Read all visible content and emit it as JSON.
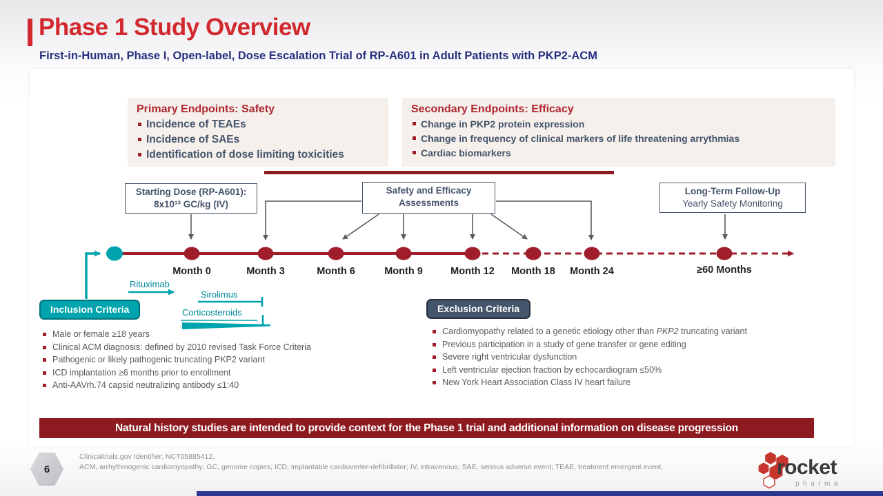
{
  "slide": {
    "title": "Phase 1 Study Overview",
    "subtitle": "First-in-Human, Phase I, Open-label, Dose Escalation Trial of RP-A601 in Adult Patients with PKP2-ACM",
    "page_number": "6"
  },
  "endpoints": {
    "primary": {
      "title": "Primary Endpoints: Safety",
      "items": [
        "Incidence of TEAEs",
        "Incidence of SAEs",
        "Identification of dose limiting toxicities"
      ]
    },
    "secondary": {
      "title": "Secondary Endpoints: Efficacy",
      "items": [
        "Change in PKP2 protein expression",
        "Change in frequency of clinical markers of life threatening arrythmias",
        "Cardiac biomarkers"
      ]
    }
  },
  "timeline": {
    "starting_dose_box": {
      "line1": "Starting Dose (RP-A601):",
      "line2": "8x10¹³ GC/kg (IV)"
    },
    "assessments_box": {
      "line1": "Safety and Efficacy",
      "line2": "Assessments"
    },
    "followup_box": {
      "line1": "Long-Term Follow-Up",
      "line2": "Yearly Safety Monitoring"
    },
    "months": [
      "Month 0",
      "Month 3",
      "Month 6",
      "Month 9",
      "Month 12",
      "Month 18",
      "Month 24",
      "≥60 Months"
    ],
    "medications": {
      "rituximab": "Rituximab",
      "sirolimus": "Sirolimus",
      "corticosteroids": "Corticosteroids"
    }
  },
  "criteria": {
    "inclusion": {
      "label": "Inclusion Criteria",
      "items": [
        "Male or female ≥18 years",
        "Clinical ACM diagnosis: defined by 2010 revised Task Force Criteria",
        "Pathogenic or likely pathogenic truncating PKP2 variant",
        "ICD implantation ≥6 months prior to enrollment",
        "Anti-AAVrh.74 capsid neutralizing antibody ≤1:40"
      ]
    },
    "exclusion": {
      "label": "Exclusion Criteria",
      "item1": {
        "pre": "Cardiomyopathy related to a genetic etiology other than ",
        "italic": "PKP2",
        "post": " truncating variant"
      },
      "items": [
        "Previous participation in a study of gene transfer or gene editing",
        "Severe right ventricular dysfunction",
        "Left ventricular ejection fraction by echocardiogram ≤50%",
        "New York Heart Association Class IV heart failure"
      ]
    }
  },
  "banner": {
    "text": "Natural history studies are intended to provide context for the Phase 1 trial and additional information on disease progression"
  },
  "footer": {
    "identifier": "Clinicaltrials.gov Identifier: NCT05885412.",
    "abbreviations": "ACM, arrhythmogenic cardiomyopathy; GC, genome copies; ICD, implantable cardioverter-defibrillator; IV, intravenous; SAE, serious adverse event; TEAE, treatment emergent event.",
    "logo_name": "rocket",
    "logo_tagline": "pharma"
  },
  "colors": {
    "title_red": "#d2292e",
    "subtitle_navy": "#272f7e",
    "endpoint_header_red": "#b02730",
    "slate": "#44546a",
    "timeline_red": "#a01e2b",
    "banner_red": "#8c1a20",
    "teal": "#00a4af",
    "criteria_text_gray": "#595959",
    "footer_gray": "#8f8f8f",
    "logo_red": "#c6362c",
    "bottom_bar_blue": "#2b3890"
  }
}
